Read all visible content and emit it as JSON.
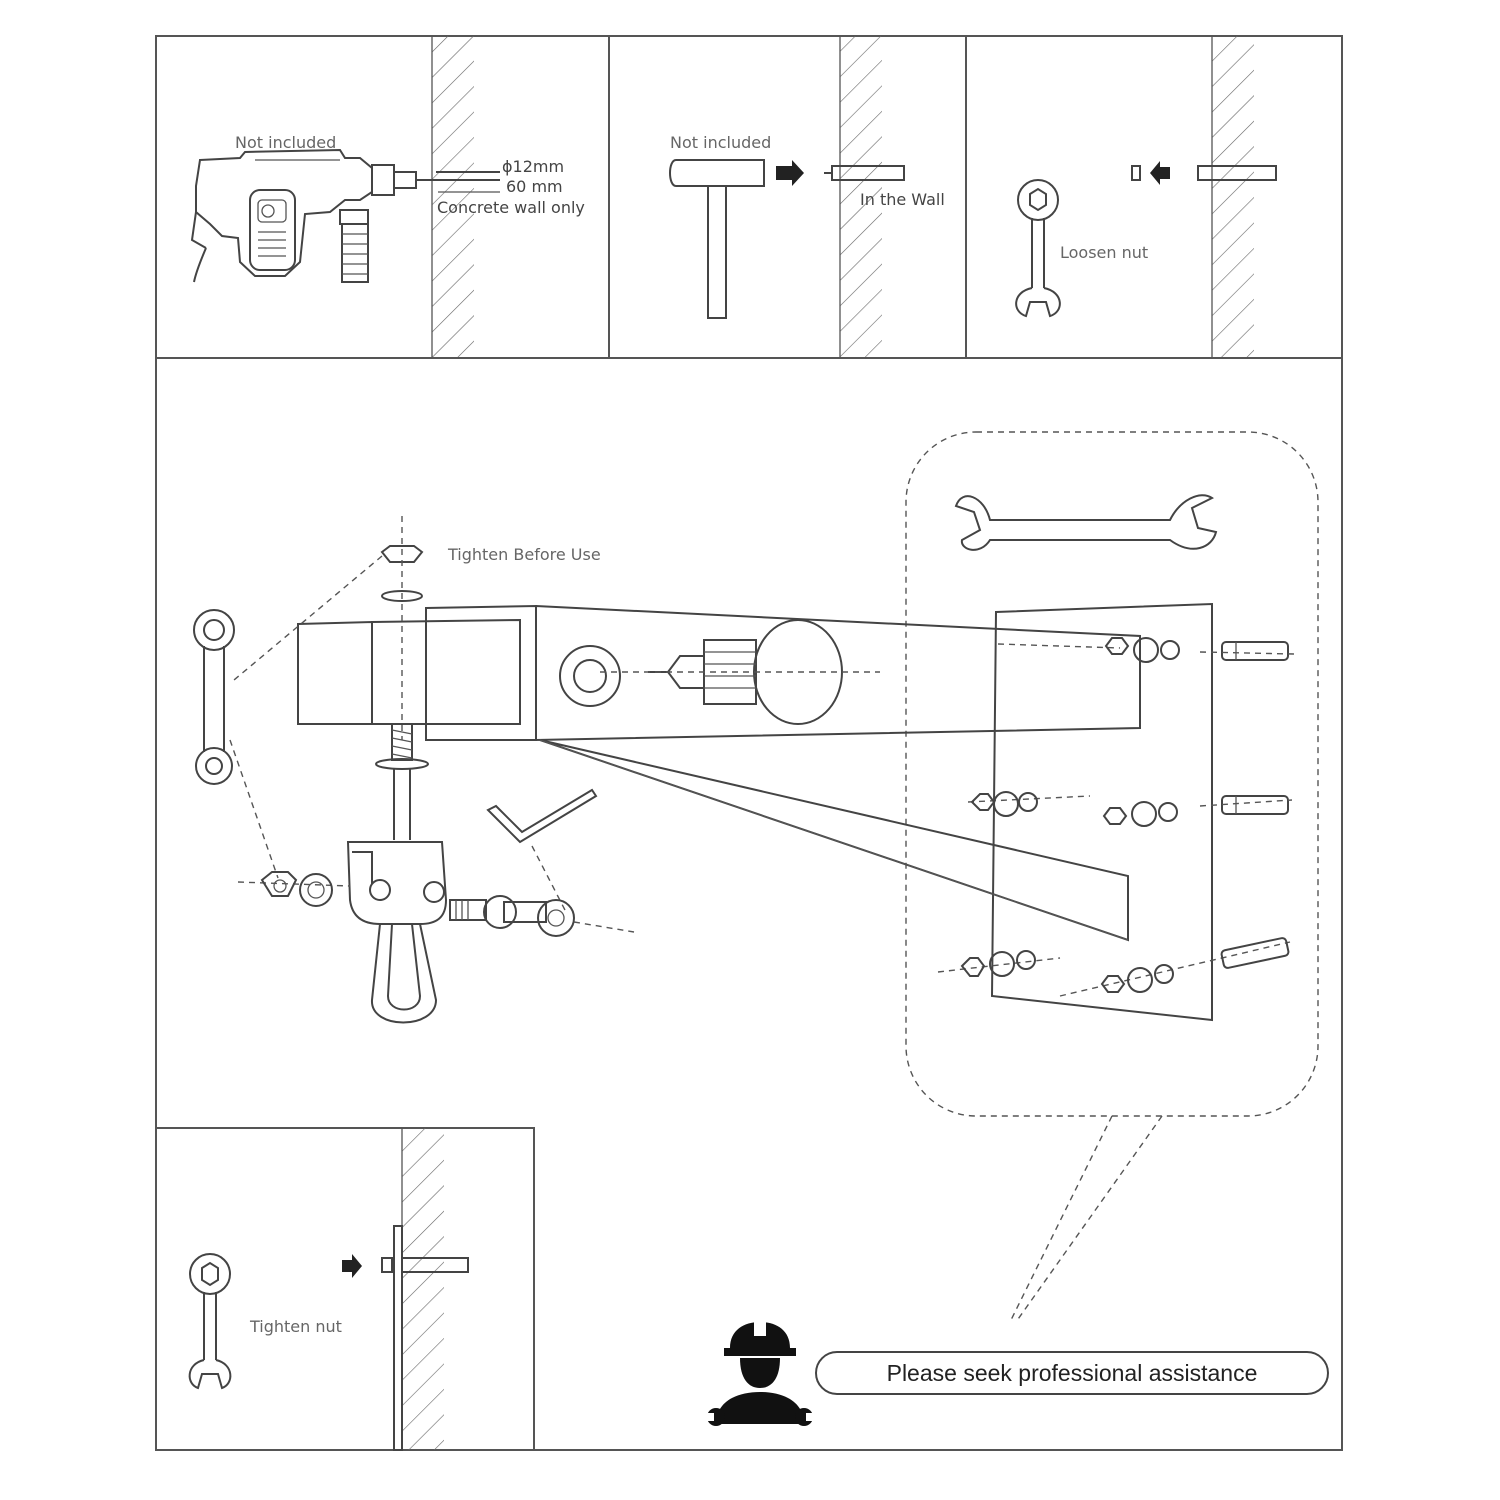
{
  "step1": {
    "not_included": "Not included",
    "diameter": "ϕ12mm",
    "depth": "60 mm",
    "note": "Concrete wall only"
  },
  "step2": {
    "not_included": "Not included",
    "in_wall": "In the Wall"
  },
  "step3": {
    "loosen": "Loosen nut"
  },
  "main": {
    "tighten_before_use": "Tighten Before Use"
  },
  "step5": {
    "tighten": "Tighten nut"
  },
  "assist": {
    "message": "Please seek professional assistance"
  },
  "icons": [
    "hammer-drill-icon",
    "hammer-icon",
    "wrench-icon",
    "hex-key-icon",
    "worker-icon",
    "anchor-bolt-icon",
    "spring-hook-icon"
  ]
}
